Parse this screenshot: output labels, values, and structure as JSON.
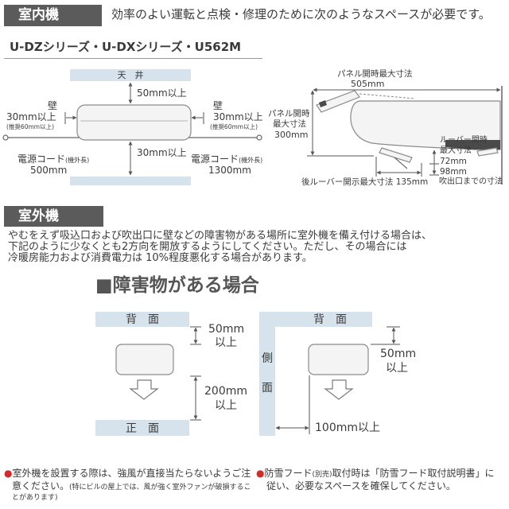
{
  "colors": {
    "header_bg": "#5b5b5b",
    "zone": "#d6e3ec",
    "text": "#3a3a3a",
    "bullet": "#d32a2a"
  },
  "indoor": {
    "header": "室内機",
    "intro": "効率のよい運転と点検・修理のために次のようなスペースが必要です。",
    "series": "U-DZシリーズ・U-DXシリーズ・U562M",
    "front_view": {
      "ceiling": "天　井",
      "top_clearance": "50mm以上",
      "left_wall": "壁",
      "left_clearance": "30mm以上",
      "left_recommended": "(推奨60mm以上)",
      "right_wall": "壁",
      "right_clearance": "30mm以上",
      "right_recommended": "(推奨60mm以上)",
      "bottom_clearance": "30mm以上",
      "left_cord_label": "電源コード",
      "left_cord_note": "(機外長)",
      "left_cord_length": "500mm",
      "right_cord_label": "電源コード",
      "right_cord_note": "(機外長)",
      "right_cord_length": "1300mm"
    },
    "side_view": {
      "panel_width_label": "パネル開時最大寸法",
      "panel_width": "505mm",
      "panel_height_label": [
        "パネル開時",
        "最大寸法"
      ],
      "panel_height": "300mm",
      "louver_label": [
        "ルーバー開時",
        "最大寸法"
      ],
      "louver_open": "72mm",
      "louver_outlet": "98mm",
      "outlet_label": "吹出口までの寸法",
      "rear_louver_label": "後ルーバー開示最大寸法",
      "rear_louver": "135mm"
    }
  },
  "outdoor": {
    "header": "室外機",
    "paragraph": [
      "やむをえず吸込口および吹出口に壁などの障害物がある場所に室外機を備え付ける場合は、",
      "下記のように少なくとも2方向を開放するようにしてください。ただし、その場合には",
      "冷暖房能力および消費電力は 10%程度悪化する場合があります。"
    ],
    "obstacle_title": "■障害物がある場合",
    "case_back_front": {
      "back": "背　面",
      "back_clearance": "50mm",
      "back_clearance_suffix": "以上",
      "front_clearance": "200mm",
      "front_clearance_suffix": "以上",
      "front": "正　面"
    },
    "case_back_side": {
      "back": "背　面",
      "side": [
        "側",
        "面"
      ],
      "back_clearance": "50mm",
      "back_clearance_suffix": "以上",
      "side_clearance": "100mm以上"
    }
  },
  "notes": {
    "wind": {
      "bullet": "●",
      "line1": "室外機を設置する際は、強風が直接当たらないようご注",
      "line2": "意ください。",
      "line2_small": "(特にビルの屋上では、風が強く室外ファンが破損するこ",
      "line3_small": "とがあります)"
    },
    "snow_hood": {
      "bullet": "●",
      "line1_a": "防雪フード",
      "line1_small": "(別売)",
      "line1_b": "取付時は「防雪フード取付説明書」に",
      "line2": "従い、必要なスペースを確保してください。"
    }
  }
}
